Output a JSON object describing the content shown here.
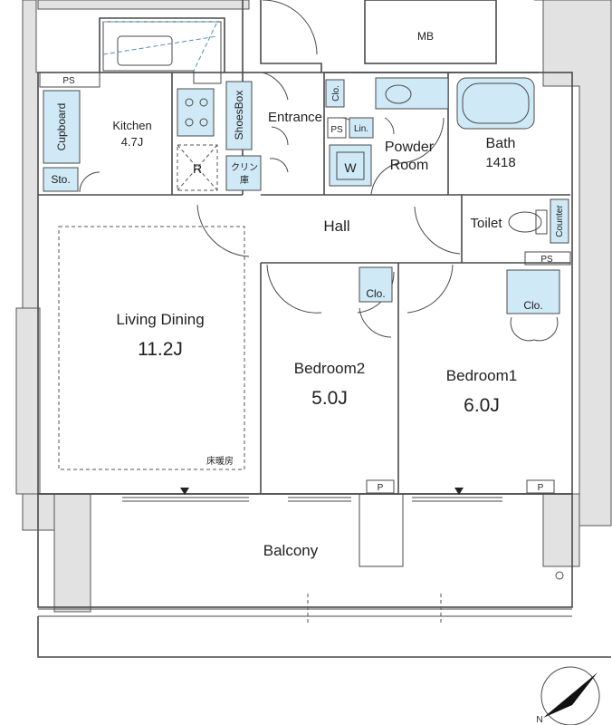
{
  "rooms": {
    "living_dining": {
      "name": "Living Dining",
      "area": "11.2J"
    },
    "bedroom2": {
      "name": "Bedroom2",
      "area": "5.0J"
    },
    "bedroom1": {
      "name": "Bedroom1",
      "area": "6.0J"
    },
    "kitchen": {
      "name": "Kitchen",
      "area": "4.7J"
    },
    "hall": {
      "name": "Hall"
    },
    "entrance": {
      "name": "Entrance"
    },
    "powder_room": {
      "line1": "Powder",
      "line2": "Room"
    },
    "bath": {
      "name": "Bath",
      "size": "1418"
    },
    "toilet": {
      "name": "Toilet"
    },
    "balcony": {
      "name": "Balcony"
    }
  },
  "fixtures": {
    "mb": "MB",
    "ps": "PS",
    "cupboard": "Cupboard",
    "storage": "Sto.",
    "shoes_box": "ShoesBox",
    "refrigerator": "R",
    "closet": "Clo.",
    "linen": "Lin.",
    "washer": "W",
    "counter": "Counter",
    "pipe": "P",
    "clean_storage_line1": "クリン",
    "clean_storage_line2": "庫",
    "floor_heating": "床暖房"
  },
  "compass": {
    "label": "N"
  }
}
